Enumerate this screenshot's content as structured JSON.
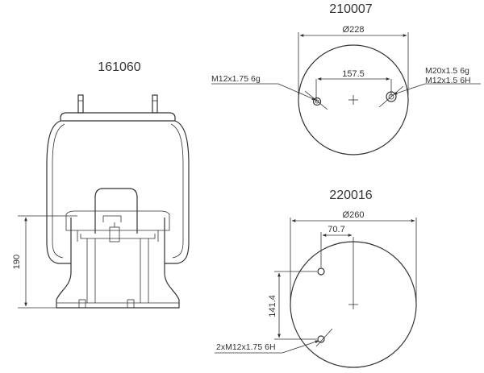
{
  "part_numbers": {
    "bellow": "161060",
    "top_plate": "210007",
    "bottom_plate": "220016"
  },
  "bellow_view": {
    "height_dim": "190"
  },
  "top_plate": {
    "diameter": "Ø228",
    "spacing": "157.5",
    "left_thread": "M12x1.75 6g",
    "right_thread_1": "M20x1.5 6g",
    "right_thread_2": "M12x1.5 6H"
  },
  "bottom_plate": {
    "diameter": "Ø260",
    "offset_x": "70.7",
    "offset_y": "141.4",
    "thread": "2xM12x1.75 6H"
  }
}
